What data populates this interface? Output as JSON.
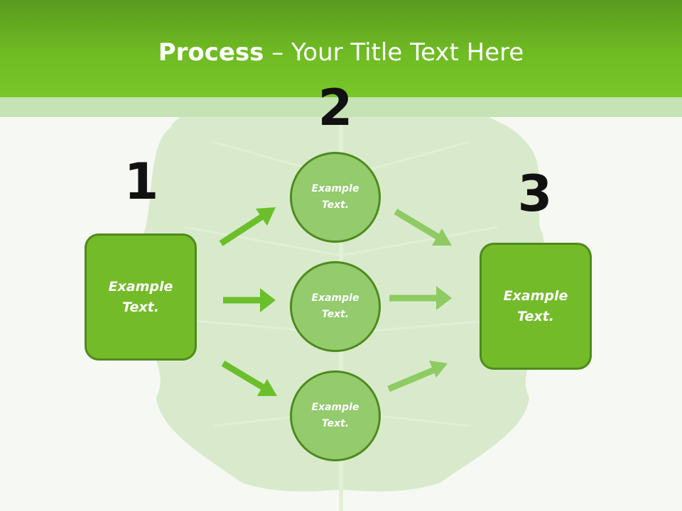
{
  "slide": {
    "title_bold": "Process",
    "title_rest": " – Your Title Text Here",
    "steps": [
      {
        "number": "1",
        "text": "Example\nText."
      },
      {
        "number": "2",
        "items": [
          "Example\nText.",
          "Example\nText.",
          "Example\nText."
        ]
      },
      {
        "number": "3",
        "text": "Example\nText."
      }
    ]
  },
  "colors": {
    "header": "#6fbb23",
    "box_fill": "#74bb2a",
    "circle_fill": "#93cb6d",
    "outline": "#4f8a1d",
    "arrow_dark": "#6bbf2b",
    "arrow_light": "#8ecb62"
  }
}
